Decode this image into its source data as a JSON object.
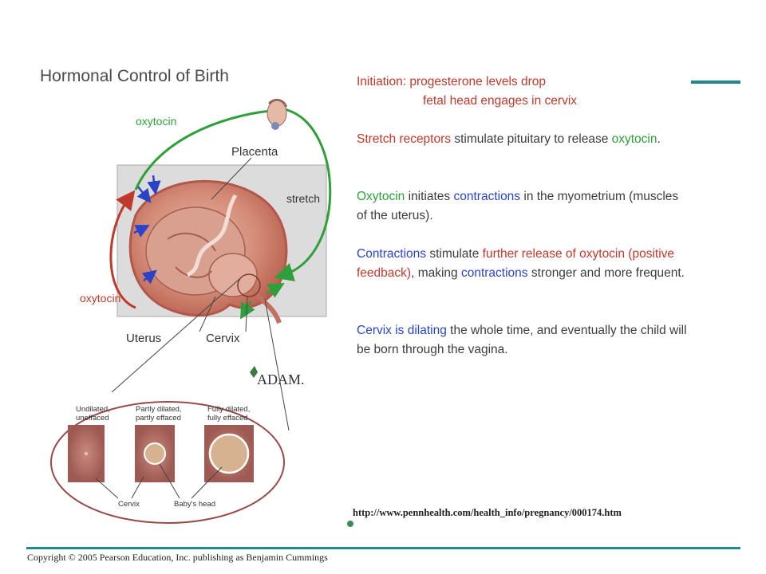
{
  "slide": {
    "title": "Hormonal Control of Birth",
    "copyright": "Copyright © 2005 Pearson Education, Inc. publishing as Benjamin Cummings",
    "url": "http://www.pennhealth.com/health_info/pregnancy/000174.htm"
  },
  "diagram": {
    "oxytocin_top": "oxytocin",
    "oxytocin_bottom": "oxytocin",
    "placenta": "Placenta",
    "stretch": "stretch",
    "uterus": "Uterus",
    "cervix": "Cervix",
    "logo": "ADAM."
  },
  "inset": {
    "stage1_line1": "Undilated,",
    "stage1_line2": "uneffaced",
    "stage2_line1": "Partly dilated,",
    "stage2_line2": "partly effaced",
    "stage3_line1": "Fully dilated,",
    "stage3_line2": "fully effaced",
    "cervix_label": "Cervix",
    "head_label": "Baby's head"
  },
  "text": {
    "p1_a": "Initiation: ",
    "p1_b": "progesterone levels drop",
    "p1_c": "fetal head engages in cervix",
    "p2_a": "Stretch receptors",
    "p2_b": " stimulate pituitary to release ",
    "p2_c": "oxytocin",
    "p2_d": ".",
    "p3_a": "Oxytocin",
    "p3_b": " initiates ",
    "p3_c": "contractions",
    "p3_d": " in the myometrium (muscles of the uterus).",
    "p4_a": "Contractions",
    "p4_b": " stimulate ",
    "p4_c": "further release of oxytocin (positive feedback)",
    "p4_d": ", making ",
    "p4_e": "contractions",
    "p4_f": " stronger and more frequent.",
    "p5_a": "Cervix is dilating",
    "p5_b": " the whole time, and eventually the child will be born through the vagina."
  },
  "colors": {
    "accent": "#1f8a8e",
    "red": "#c0392b",
    "blue": "#2a44c8",
    "green": "#2e9f3a"
  }
}
